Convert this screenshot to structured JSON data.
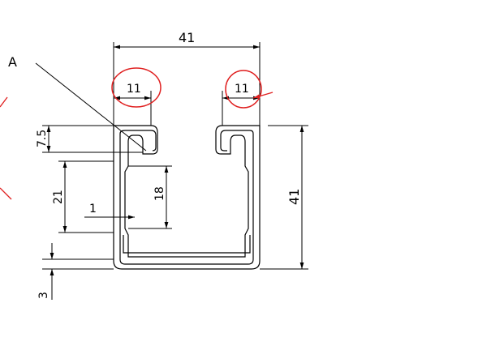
{
  "drawing": {
    "view_label": "A",
    "dims": {
      "overall_width": "41",
      "left_lip": "11",
      "right_lip": "11",
      "lip_height": "7.5",
      "inner_left_height": "21",
      "inner_height": "18",
      "wall_thickness": "1",
      "overall_height": "41",
      "bottom_offset": "3"
    },
    "colors": {
      "line": "#000000",
      "markup": "#e02020",
      "background": "#ffffff"
    }
  }
}
